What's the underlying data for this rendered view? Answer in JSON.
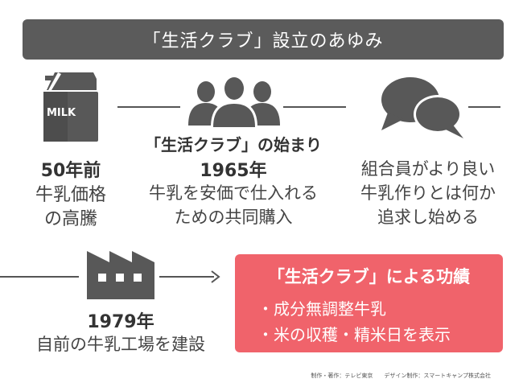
{
  "banner": {
    "title": "「生活クラブ」設立のあゆみ"
  },
  "milk": {
    "label": "MILK"
  },
  "step1": {
    "bold": "50年前",
    "line1": "牛乳価格",
    "line2": "の高騰"
  },
  "step2": {
    "title": "「生活クラブ」の始まり",
    "year": "1965年",
    "line1": "牛乳を安価で仕入れる",
    "line2": "ための共同購入"
  },
  "step3": {
    "line1": "組合員がより良い",
    "line2": "牛乳作りとは何か",
    "line3": "追求し始める"
  },
  "step4": {
    "year": "1979年",
    "line1": "自前の牛乳工場を建設"
  },
  "achievements": {
    "title": "「生活クラブ」による功績",
    "items": [
      "・成分無調整牛乳",
      "・米の収穫・精米日を表示"
    ]
  },
  "credit": "制作・著作：テレビ東京　　デザイン制作：スマートキャンプ株式会社",
  "colors": {
    "banner": "#5b5b5b",
    "accent": "#f0636b",
    "icon": "#585858"
  }
}
